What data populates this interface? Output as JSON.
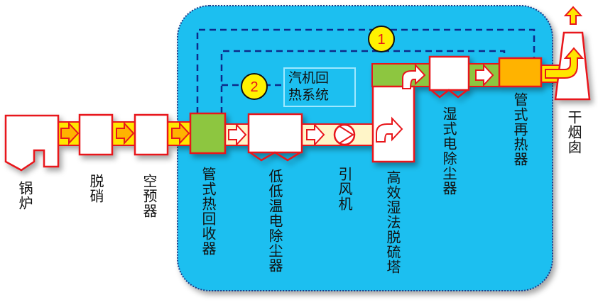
{
  "equipment": {
    "boiler": "锅炉",
    "denitration": "脱硝",
    "air_preheater": "空预器",
    "tube_heat_recovery": "管式热回收器",
    "low_low_temp_esp": "低低温电除尘器",
    "induced_draft_fan": "引风机",
    "wet_fgd_tower": "高效湿法脱硫塔",
    "wet_esp": "湿式电除尘器",
    "tube_reheater": "管式再热器",
    "dry_chimney": "干烟囱"
  },
  "turbine_system": {
    "line1": "汽机回",
    "line2": "热系统"
  },
  "markers": {
    "one": "1",
    "two": "2"
  },
  "colors": {
    "zone": "#1EBFF0",
    "duct_hot": "#FFE600",
    "duct_cool": "#FFF5C8",
    "heat_exchanger": "#8DC63F",
    "reheater": "#FFB300",
    "outline": "#E8161B"
  }
}
